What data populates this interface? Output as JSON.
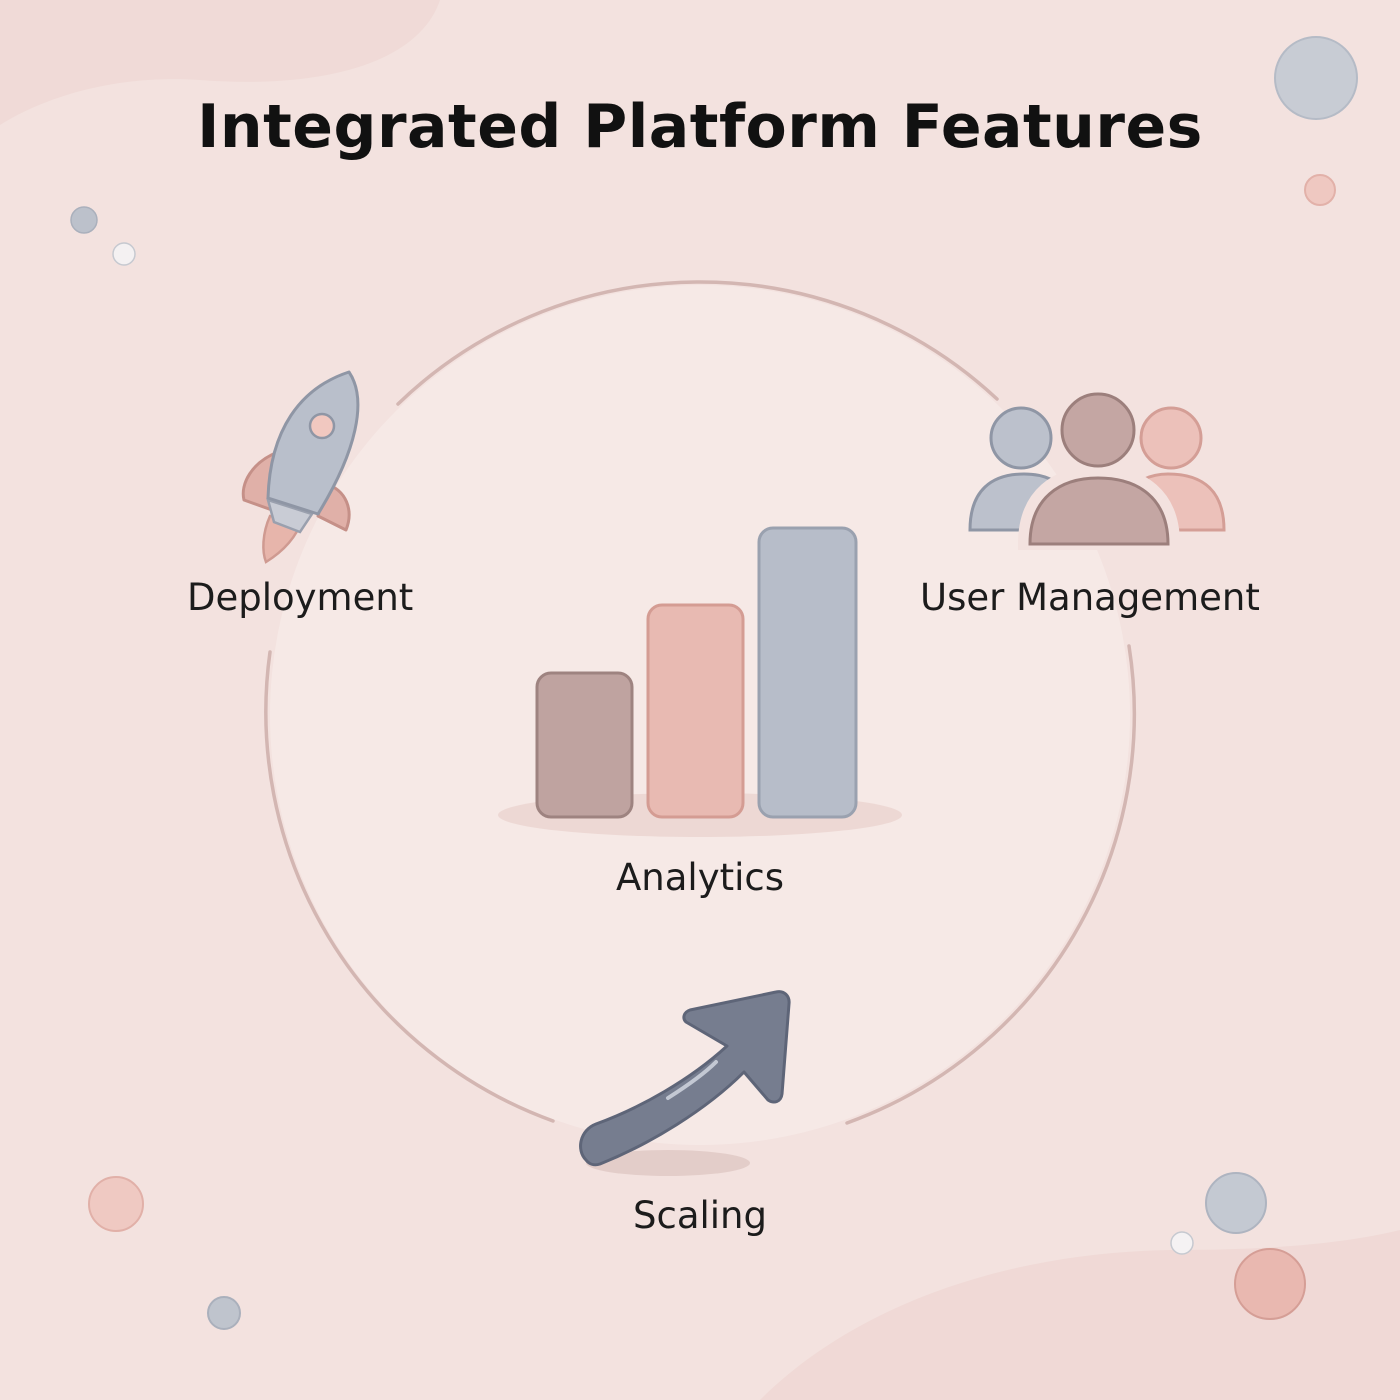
{
  "title": "Integrated Platform Features",
  "features": {
    "deployment": {
      "label": "Deployment",
      "icon": "rocket-icon"
    },
    "user_management": {
      "label": "User Management",
      "icon": "users-icon"
    },
    "analytics": {
      "label": "Analytics",
      "icon": "bar-chart-icon"
    },
    "scaling": {
      "label": "Scaling",
      "icon": "trend-arrow-icon"
    }
  },
  "colors": {
    "background": "#f3e2df",
    "ring": "#d3b6b2",
    "mauve": "#bfa3a0",
    "blush": "#e8bab2",
    "slate": "#b7bdc9",
    "arrow": "#757c8e",
    "text": "#111111"
  }
}
